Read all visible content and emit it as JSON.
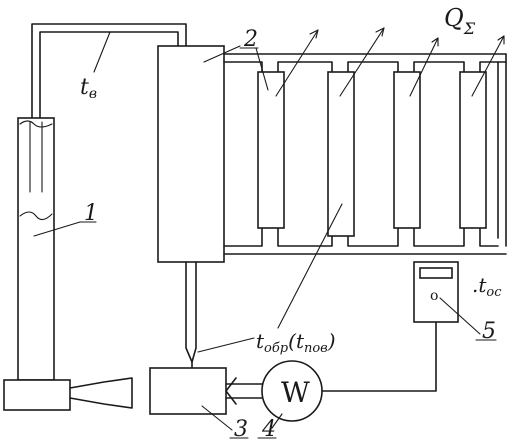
{
  "labels": {
    "supply_temp": {
      "main": "t",
      "sub": "в"
    },
    "heat_total": {
      "main": "Q",
      "sub": "Σ"
    },
    "return_temp": {
      "main": "t",
      "sub": "обр",
      "paren": "(t",
      "paren_sub": "пов",
      "close": ")"
    },
    "outdoor_temp": {
      "dot": ".",
      "main": "t",
      "sub": "ос"
    }
  },
  "callouts": {
    "boiler": "1",
    "radiators": "2",
    "pump_unit": "3",
    "motor": "4",
    "controller": "5"
  },
  "motor_symbol": "W",
  "controller_symbol": "o"
}
